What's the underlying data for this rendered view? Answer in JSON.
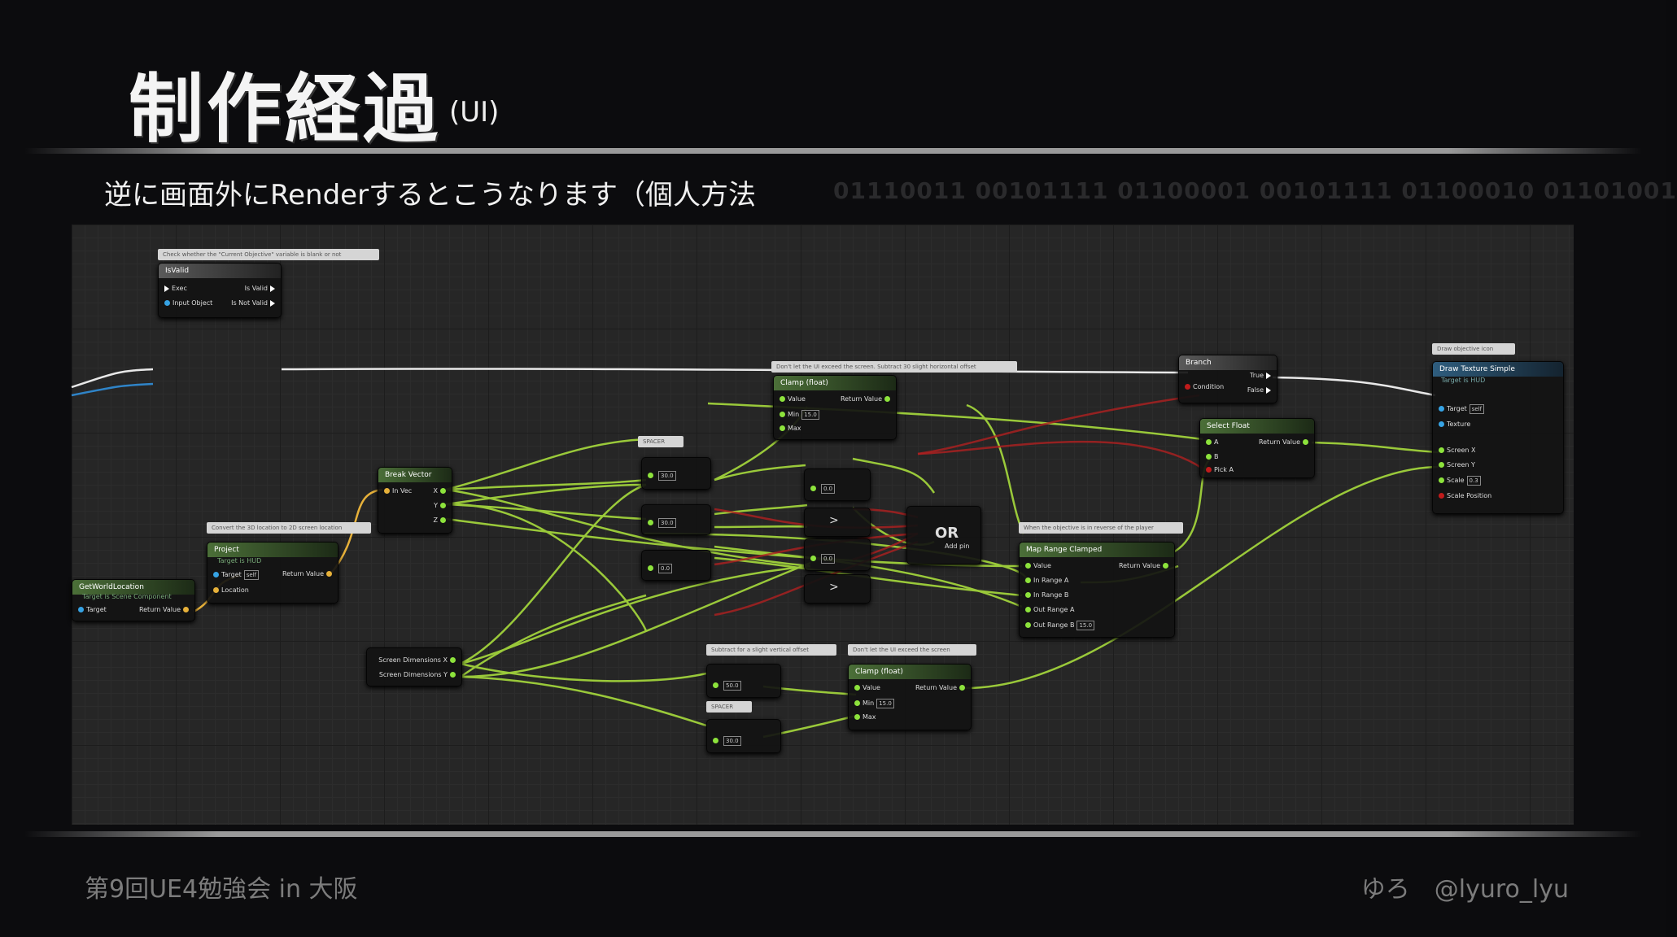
{
  "slide": {
    "title": "制作経過",
    "title_suffix": "(UI)",
    "subtitle": "逆に画面外にRenderするとこうなります（個人方法",
    "binary_text": "01110011 00101111 01100001 00101111 01100010 01101001",
    "footer_left": "第9回UE4勉強会 in 大阪",
    "footer_right": "ゆろ　@lyuro_lyu"
  },
  "graph": {
    "comments": {
      "c1": "Check whether the \"Current Objective\" variable is blank or not",
      "c2": "Don't let the UI exceed the screen. Subtract 30 slight horizontal offset",
      "c3": "Draw objective icon",
      "c4": "SPACER",
      "c5": "Convert the 3D location to 2D screen location",
      "c6": "When the objective is in reverse of the player",
      "c7": "Subtract for a slight vertical offset",
      "c8": "Don't let the UI exceed the screen",
      "c9": "SPACER"
    },
    "nodes": {
      "isvalid": {
        "title": "IsValid",
        "exec": "Exec",
        "input": "Input Object",
        "valid": "Is Valid",
        "notvalid": "Is Not Valid"
      },
      "branch": {
        "title": "Branch",
        "cond": "Condition",
        "t": "True",
        "f": "False"
      },
      "clamp1": {
        "title": "Clamp (float)",
        "value": "Value",
        "ret": "Return Value",
        "min": "Min",
        "minv": "15.0",
        "max": "Max"
      },
      "drawtex": {
        "title": "Draw Texture Simple",
        "sub": "Target is HUD",
        "target": "Target",
        "self": "self",
        "texture": "Texture",
        "screenx": "Screen X",
        "screeny": "Screen Y",
        "scale": "Scale",
        "scalev": "0.3",
        "scalepos": "Scale Position"
      },
      "selectfloat": {
        "title": "Select Float",
        "a": "A",
        "b": "B",
        "pick": "Pick A",
        "ret": "Return Value"
      },
      "breakvec": {
        "title": "Break Vector",
        "in": "In Vec",
        "x": "X",
        "y": "Y",
        "z": "Z"
      },
      "project": {
        "title": "Project",
        "sub": "Target is HUD",
        "target": "Target",
        "self": "self",
        "loc": "Location",
        "ret": "Return Value"
      },
      "getworld": {
        "title": "GetWorldLocation",
        "sub": "Target is Scene Component",
        "target": "Target",
        "ret": "Return Value"
      },
      "maprange": {
        "title": "Map Range Clamped",
        "value": "Value",
        "ina": "In Range A",
        "inb": "In Range B",
        "outa": "Out Range A",
        "outb": "Out Range B",
        "outbv": "15.0",
        "ret": "Return Value"
      },
      "ornode": {
        "label": "OR",
        "addpin": "Add pin"
      },
      "screendim": {
        "x": "Screen Dimensions X",
        "y": "Screen Dimensions Y"
      },
      "clamp2": {
        "title": "Clamp (float)",
        "value": "Value",
        "ret": "Return Value",
        "min": "Min",
        "minv": "15.0",
        "max": "Max"
      },
      "minus1": {
        "v": "30.0"
      },
      "minus2": {
        "v": "30.0"
      },
      "minus3": {
        "v": "0.0"
      },
      "cmp1": {
        "v": "0.0"
      },
      "cmp2": {
        "v": "0.0"
      },
      "sub1": {
        "v": "50.0"
      },
      "sub2": {
        "v": "30.0"
      }
    }
  }
}
